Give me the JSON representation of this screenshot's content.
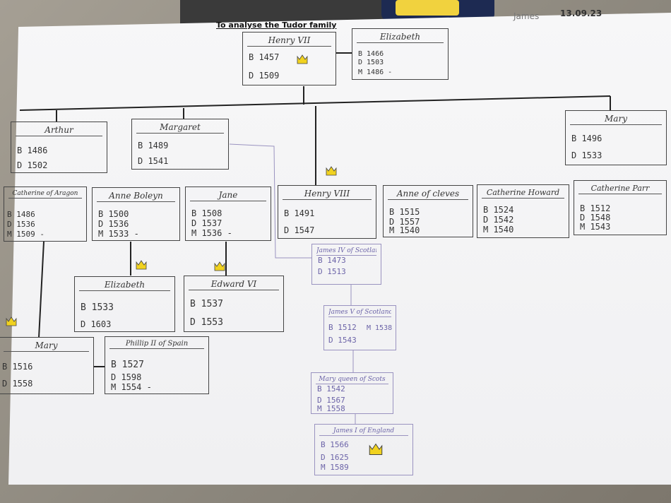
{
  "title": "To analyse the Tudor family",
  "author": "James",
  "date": "13.09.23",
  "people": {
    "henry7": {
      "name": "Henry VII",
      "b": "B 1457",
      "d": "D 1509"
    },
    "elizabeth": {
      "name": "Elizabeth",
      "b": "B 1466",
      "d": "D 1503",
      "m": "M 1486 -"
    },
    "arthur": {
      "name": "Arthur",
      "b": "B 1486",
      "d": "D 1502"
    },
    "margaret": {
      "name": "Margaret",
      "b": "B 1489",
      "d": "D 1541"
    },
    "mary_tudor": {
      "name": "Mary",
      "b": "B 1496",
      "d": "D 1533"
    },
    "catherine_aragon": {
      "name": "Catherine of Aragon",
      "b": "B 1486",
      "d": "D 1536",
      "m": "M 1509 -"
    },
    "anne_boleyn": {
      "name": "Anne Boleyn",
      "b": "B 1500",
      "d": "D 1536",
      "m": "M 1533 -"
    },
    "jane": {
      "name": "Jane",
      "b": "B 1508",
      "d": "D 1537",
      "m": "M 1536 -"
    },
    "henry8": {
      "name": "Henry VIII",
      "b": "B 1491",
      "d": "D 1547"
    },
    "anne_cleves": {
      "name": "Anne of cleves",
      "b": "B 1515",
      "d": "D 1557",
      "m": "M 1540"
    },
    "catherine_howard": {
      "name": "Catherine Howard",
      "b": "B 1524",
      "d": "D 1542",
      "m": "M 1540"
    },
    "catherine_parr": {
      "name": "Catherine Parr",
      "b": "B 1512",
      "d": "D 1548",
      "m": "M 1543"
    },
    "elizabeth1": {
      "name": "Elizabeth",
      "b": "B 1533",
      "d": "D 1603"
    },
    "edward6": {
      "name": "Edward VI",
      "b": "B 1537",
      "d": "D 1553"
    },
    "mary1": {
      "name": "Mary",
      "b": "B 1516",
      "d": "D 1558"
    },
    "philip2": {
      "name": "Phillip II of Spain",
      "b": "B 1527",
      "d": "D 1598",
      "m": "M 1554 -"
    },
    "james4": {
      "name": "James IV of Scotland",
      "b": "B 1473",
      "d": "D 1513"
    },
    "james5": {
      "name": "James V of Scotland",
      "b": "B 1512",
      "d": "D 1543",
      "m": "M 1538"
    },
    "mary_qos": {
      "name": "Mary queen of Scots",
      "b": "B 1542",
      "d": "D 1567",
      "m": "M 1558"
    },
    "james1": {
      "name": "James I of England",
      "b": "B 1566",
      "d": "D 1625",
      "m": "M 1589"
    }
  },
  "colors": {
    "crown": "#f1d21f",
    "ink": "#333333",
    "pencil": "#8c84c0"
  }
}
